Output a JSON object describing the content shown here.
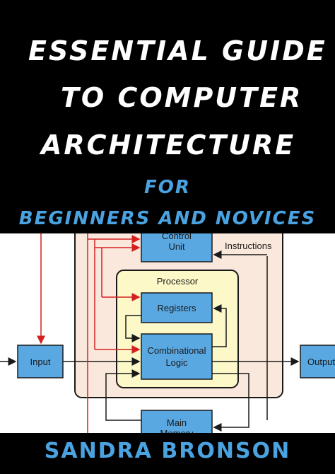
{
  "title": {
    "line1": "ESSENTIAL GUIDE",
    "line2": "TO COMPUTER",
    "line3": "ARCHITECTURE"
  },
  "subtitle": {
    "line1": "FOR",
    "line2": "BEGINNERS AND NOVICES"
  },
  "author": "SANDRA BRONSON",
  "diagram": {
    "control_unit": [
      "Control",
      "Unit"
    ],
    "instructions": "Instructions",
    "processor": "Processor",
    "registers": "Registers",
    "combinational_logic": [
      "Combinational",
      "Logic"
    ],
    "input": "Input",
    "output": "Output",
    "main_memory": [
      "Main",
      "Memory"
    ]
  },
  "colors": {
    "band": "#000000",
    "title_text": "#ffffff",
    "accent_text": "#4aa3e0",
    "outer_box": "#fbe8dc",
    "processor_box": "#fdf8c8",
    "unit_box": "#5aa8e2",
    "red_arrow": "#d42020"
  }
}
